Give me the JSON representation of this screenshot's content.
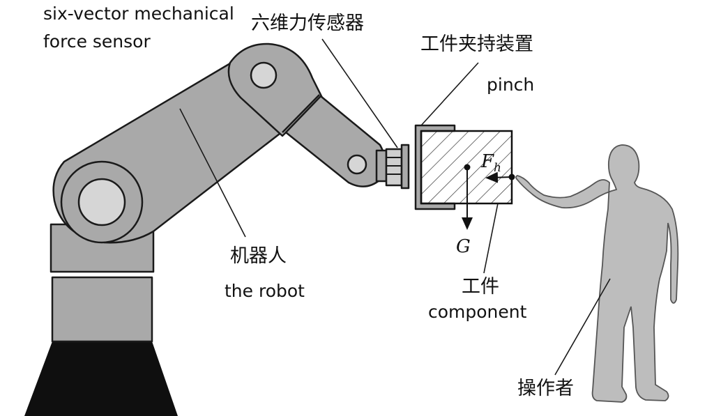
{
  "labels": {
    "sensor_en_line1": "six-vector mechanical",
    "sensor_en_line2": "force sensor",
    "sensor_zh": "六维力传感器",
    "clamp_zh": "工件夹持装置",
    "clamp_en": "pinch",
    "robot_zh": "机器人",
    "robot_en": "the robot",
    "workpiece_zh": "工件",
    "workpiece_en": "component",
    "operator_zh": "操作者",
    "gravity_symbol": "G",
    "force_symbol": "F",
    "force_subscript": "h"
  },
  "colors": {
    "arm": "#a9a9a9",
    "joint": "#d6d6d6",
    "base": "#0f0f0f",
    "human": "#bdbdbd",
    "outline": "#1a1a1a"
  }
}
